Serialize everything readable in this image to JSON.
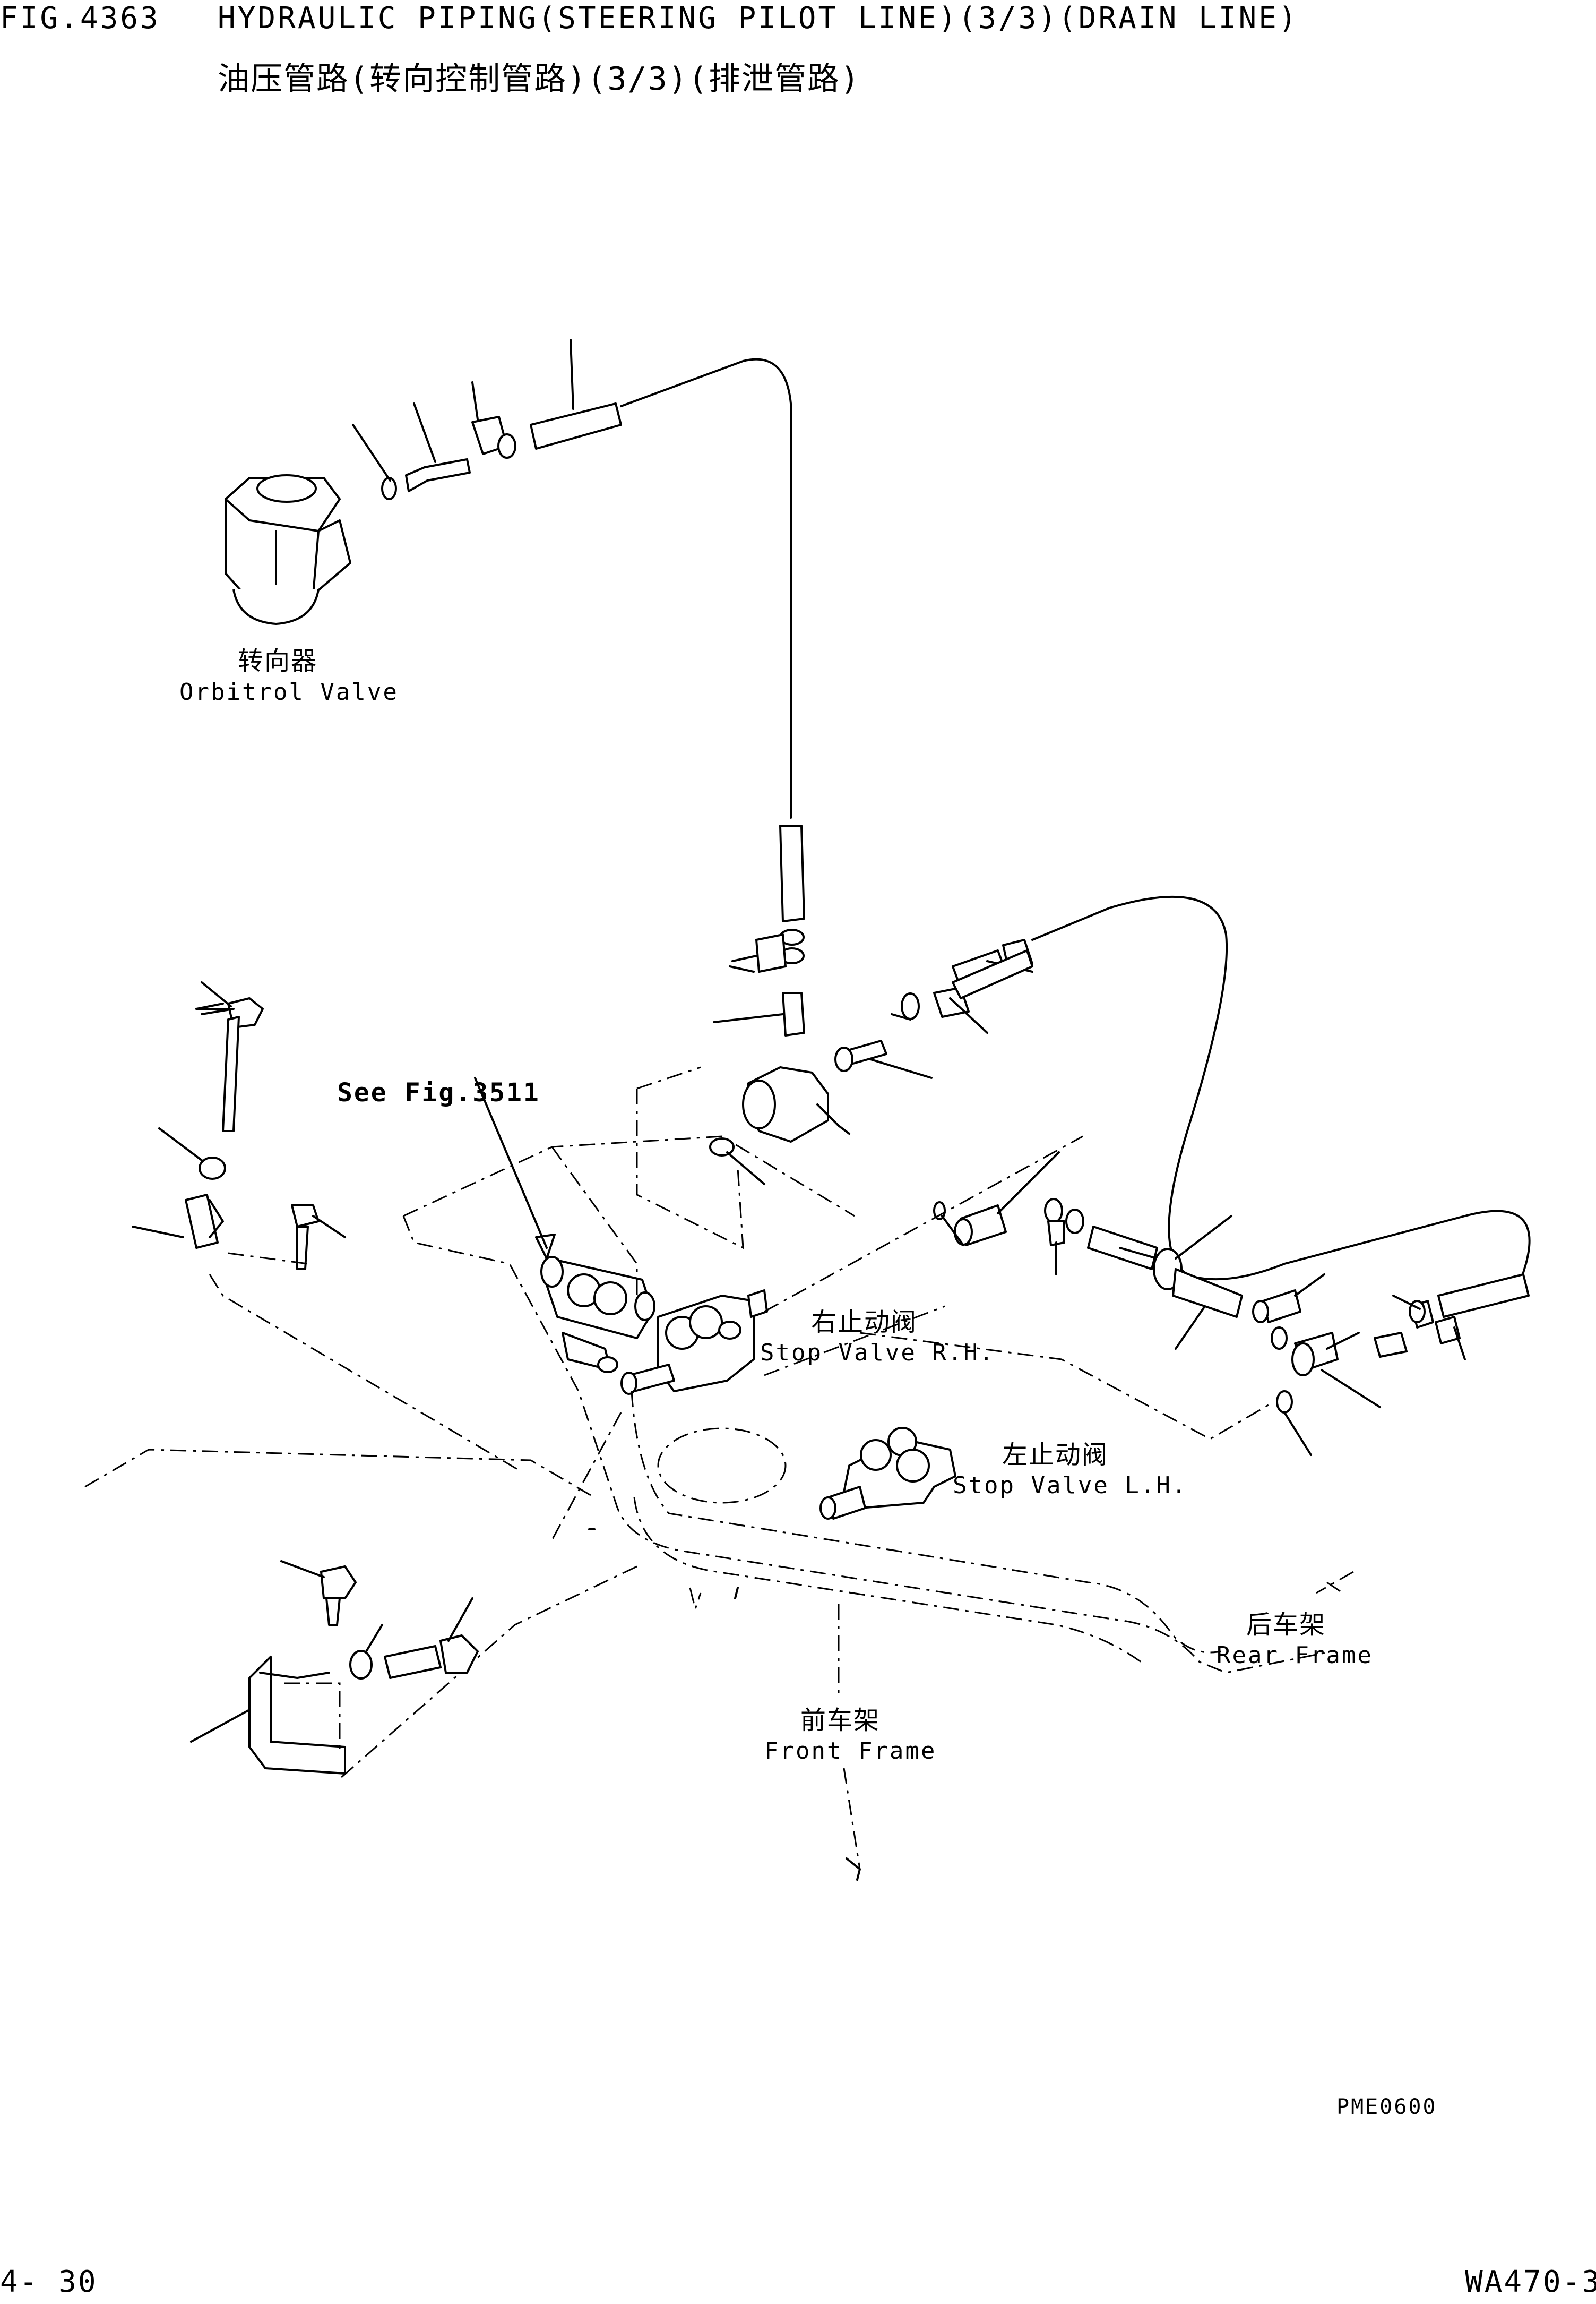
{
  "header": {
    "fig_no": "FIG.4363",
    "title_en": "HYDRAULIC PIPING(STEERING PILOT LINE)(3/3)(DRAIN LINE)",
    "title_cn": "油压管路(转向控制管路)(3/3)(排泄管路)"
  },
  "labels": {
    "orbitrol_cn": "转向器",
    "orbitrol_en": "Orbitrol Valve",
    "see_fig": "See Fig.3511",
    "stop_rh_cn": "右止动阀",
    "stop_rh_en": "Stop Valve R.H.",
    "stop_lh_cn": "左止动阀",
    "stop_lh_en": "Stop Valve L.H.",
    "rear_frame_cn": "后车架",
    "rear_frame_en": "Rear Frame",
    "front_frame_cn": "前车架",
    "front_frame_en": "Front Frame"
  },
  "footer": {
    "drawing_code": "PME0600",
    "page": "4- 30",
    "model": "WA470-3"
  }
}
